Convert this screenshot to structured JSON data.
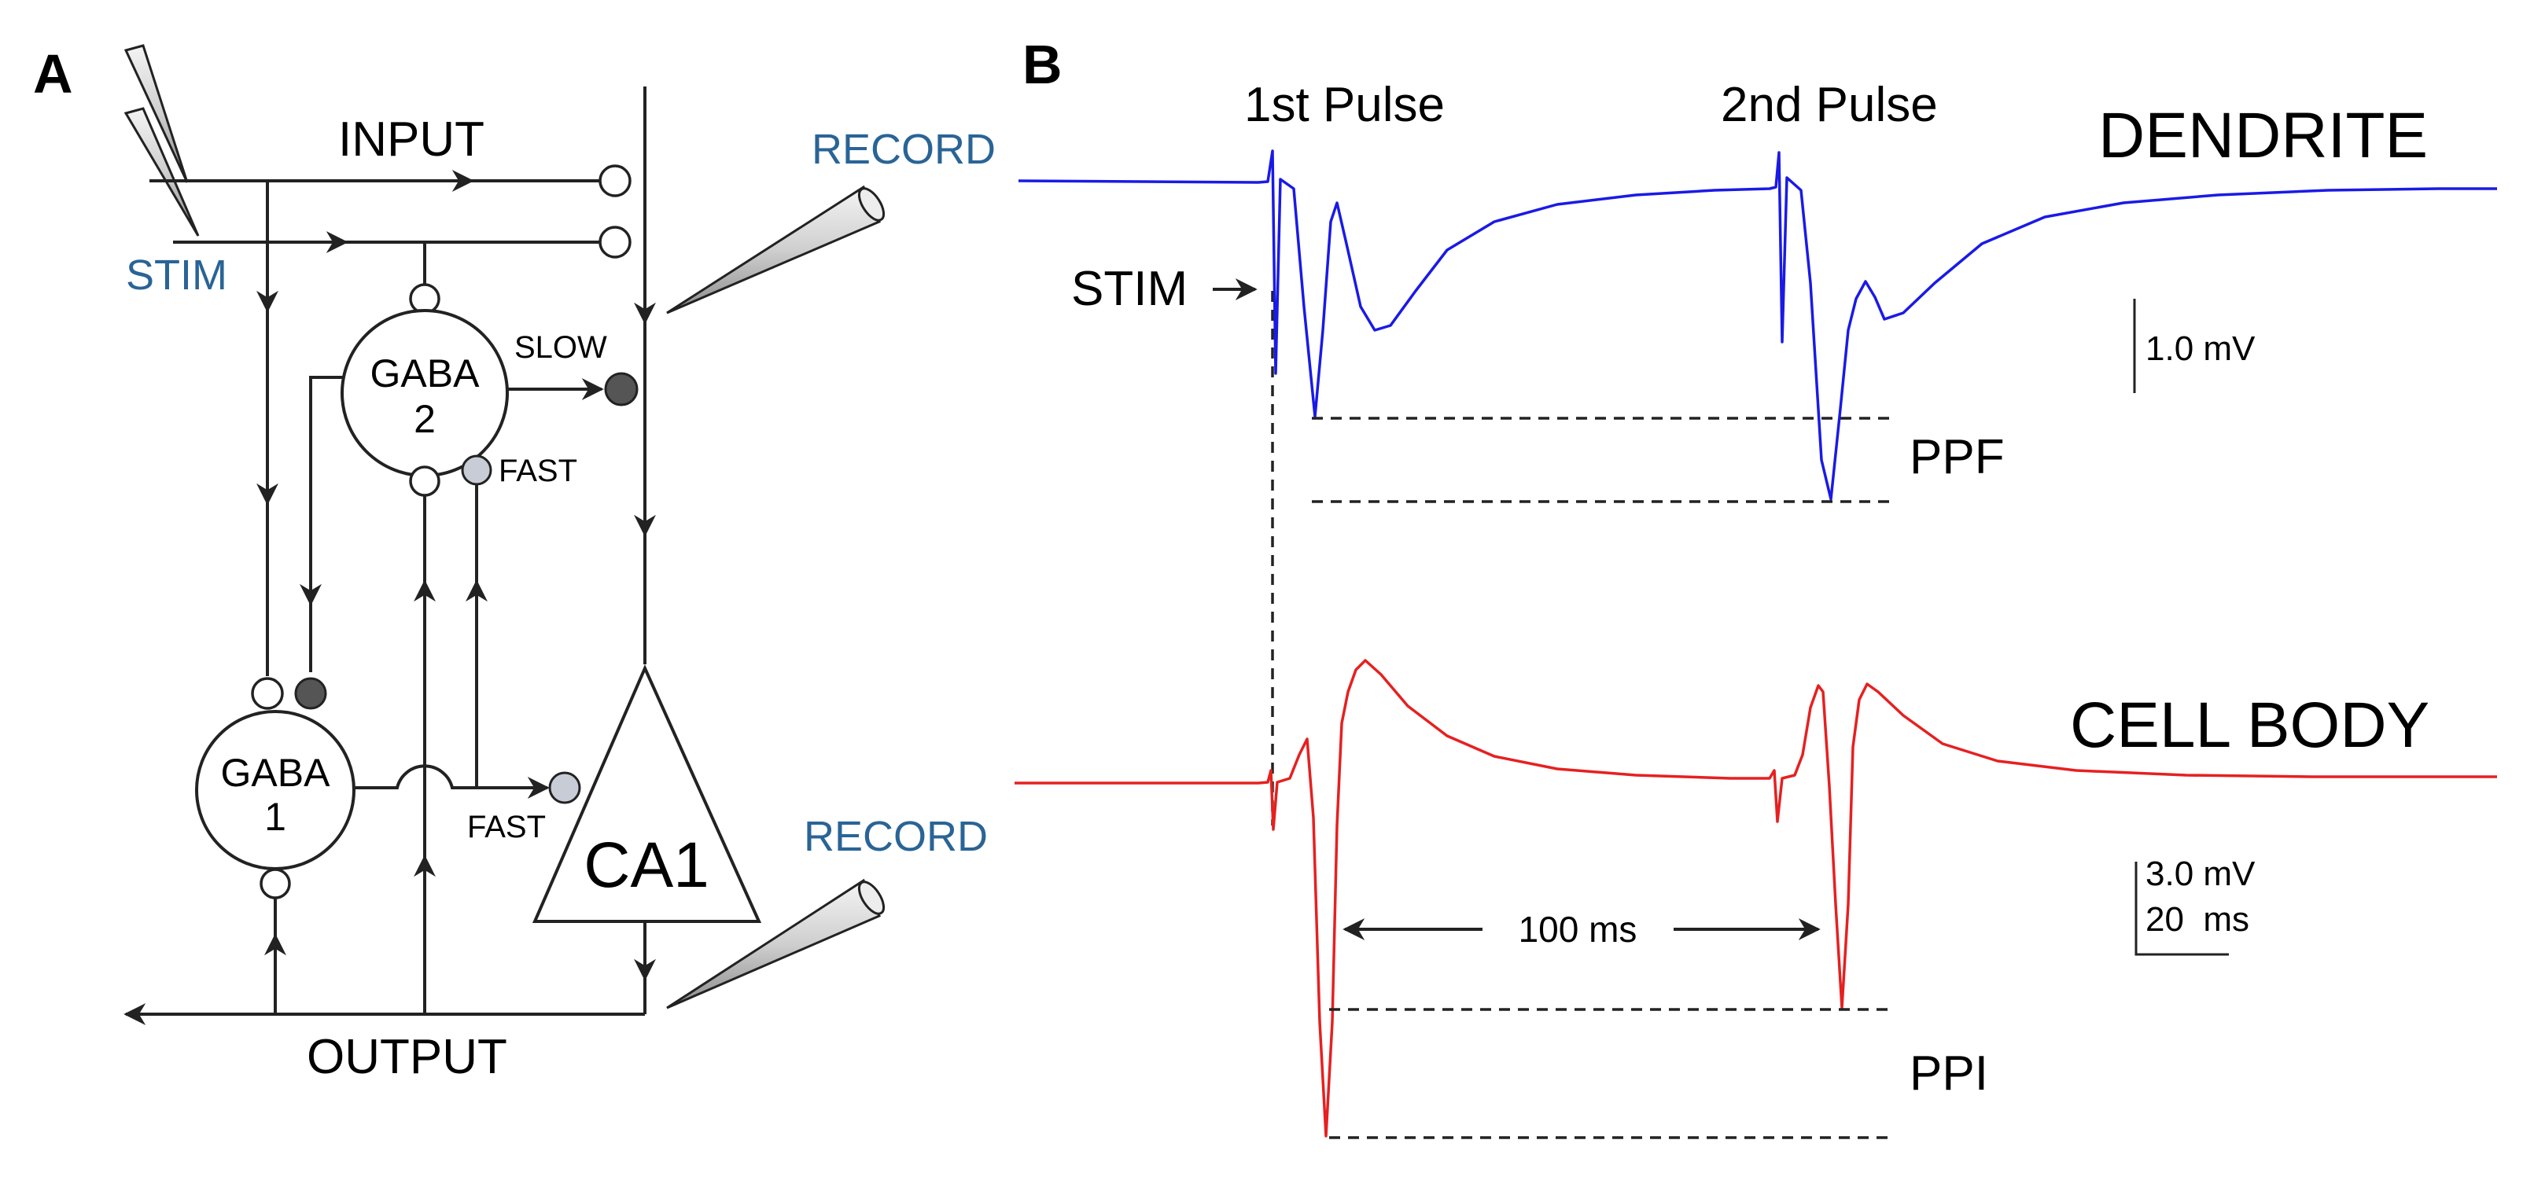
{
  "panel_a": {
    "letter": "A",
    "input_label": "INPUT",
    "output_label": "OUTPUT",
    "stim_label": "STIM",
    "record_top_label": "RECORD",
    "record_bottom_label": "RECORD",
    "gaba2_line1": "GABA",
    "gaba2_line2": "2",
    "gaba1_line1": "GABA",
    "gaba1_line2": "1",
    "slow_label": "SLOW",
    "fast_top_label": "FAST",
    "fast_bottom_label": "FAST",
    "ca1_label": "CA1"
  },
  "panel_b": {
    "letter": "B",
    "pulse1_label": "1st Pulse",
    "pulse2_label": "2nd Pulse",
    "dendrite_label": "DENDRITE",
    "cellbody_label": "CELL BODY",
    "stim_label": "STIM",
    "scale_dendrite_mv": "1.0 mV",
    "scale_cell_mv": "3.0 mV",
    "scale_cell_ms": "20  ms",
    "ppf_label": "PPF",
    "ppi_label": "PPI",
    "interval_label": "100 ms"
  },
  "colors": {
    "dendrite_trace": "#1a1ae6",
    "cellbody_trace": "#e62020",
    "label_blue": "#2a6496",
    "slow_synapse": "#555555",
    "fast_synapse": "#c8ccd6"
  }
}
